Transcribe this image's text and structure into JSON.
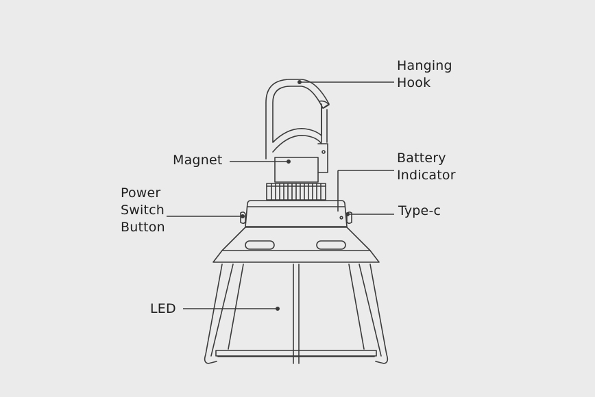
{
  "labels": {
    "hanging_hook": {
      "line1": "Hanging",
      "line2": "Hook"
    },
    "magnet": "Magnet",
    "battery_indicator": {
      "line1": "Battery",
      "line2": "Indicator"
    },
    "power_switch": {
      "line1": "Power",
      "line2": "Switch",
      "line3": "Button"
    },
    "type_c": "Type-c",
    "led": "LED"
  },
  "colors": {
    "background": "#ebebeb",
    "line": "#3a3a3a",
    "text": "#1e1e1e"
  }
}
